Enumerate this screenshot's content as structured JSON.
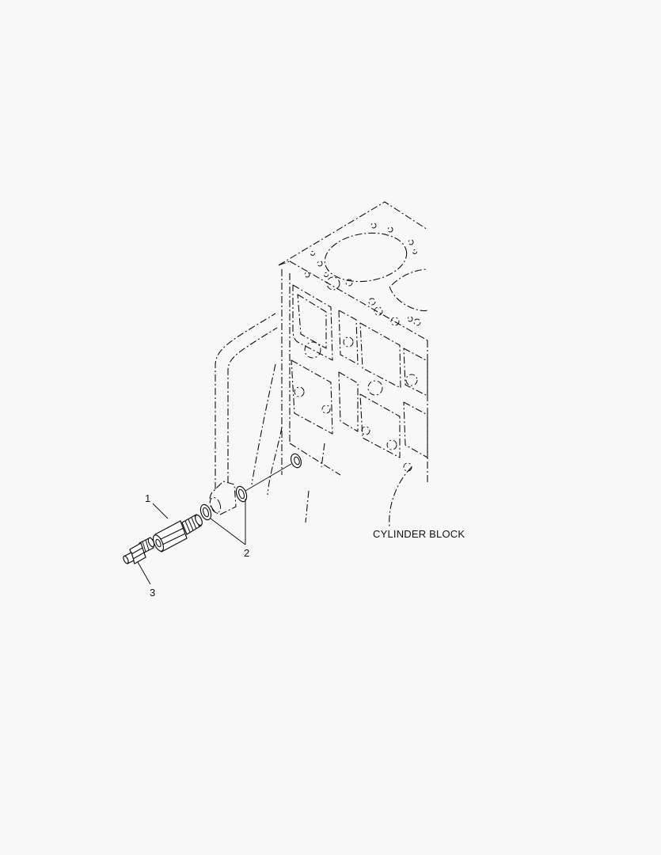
{
  "diagram": {
    "block_label": "CYLINDER BLOCK",
    "callouts": [
      {
        "id": "1",
        "text": "1"
      },
      {
        "id": "2",
        "text": "2"
      },
      {
        "id": "3",
        "text": "3"
      }
    ],
    "colors": {
      "background": "#f8f8f8",
      "ink": "#111111"
    }
  }
}
